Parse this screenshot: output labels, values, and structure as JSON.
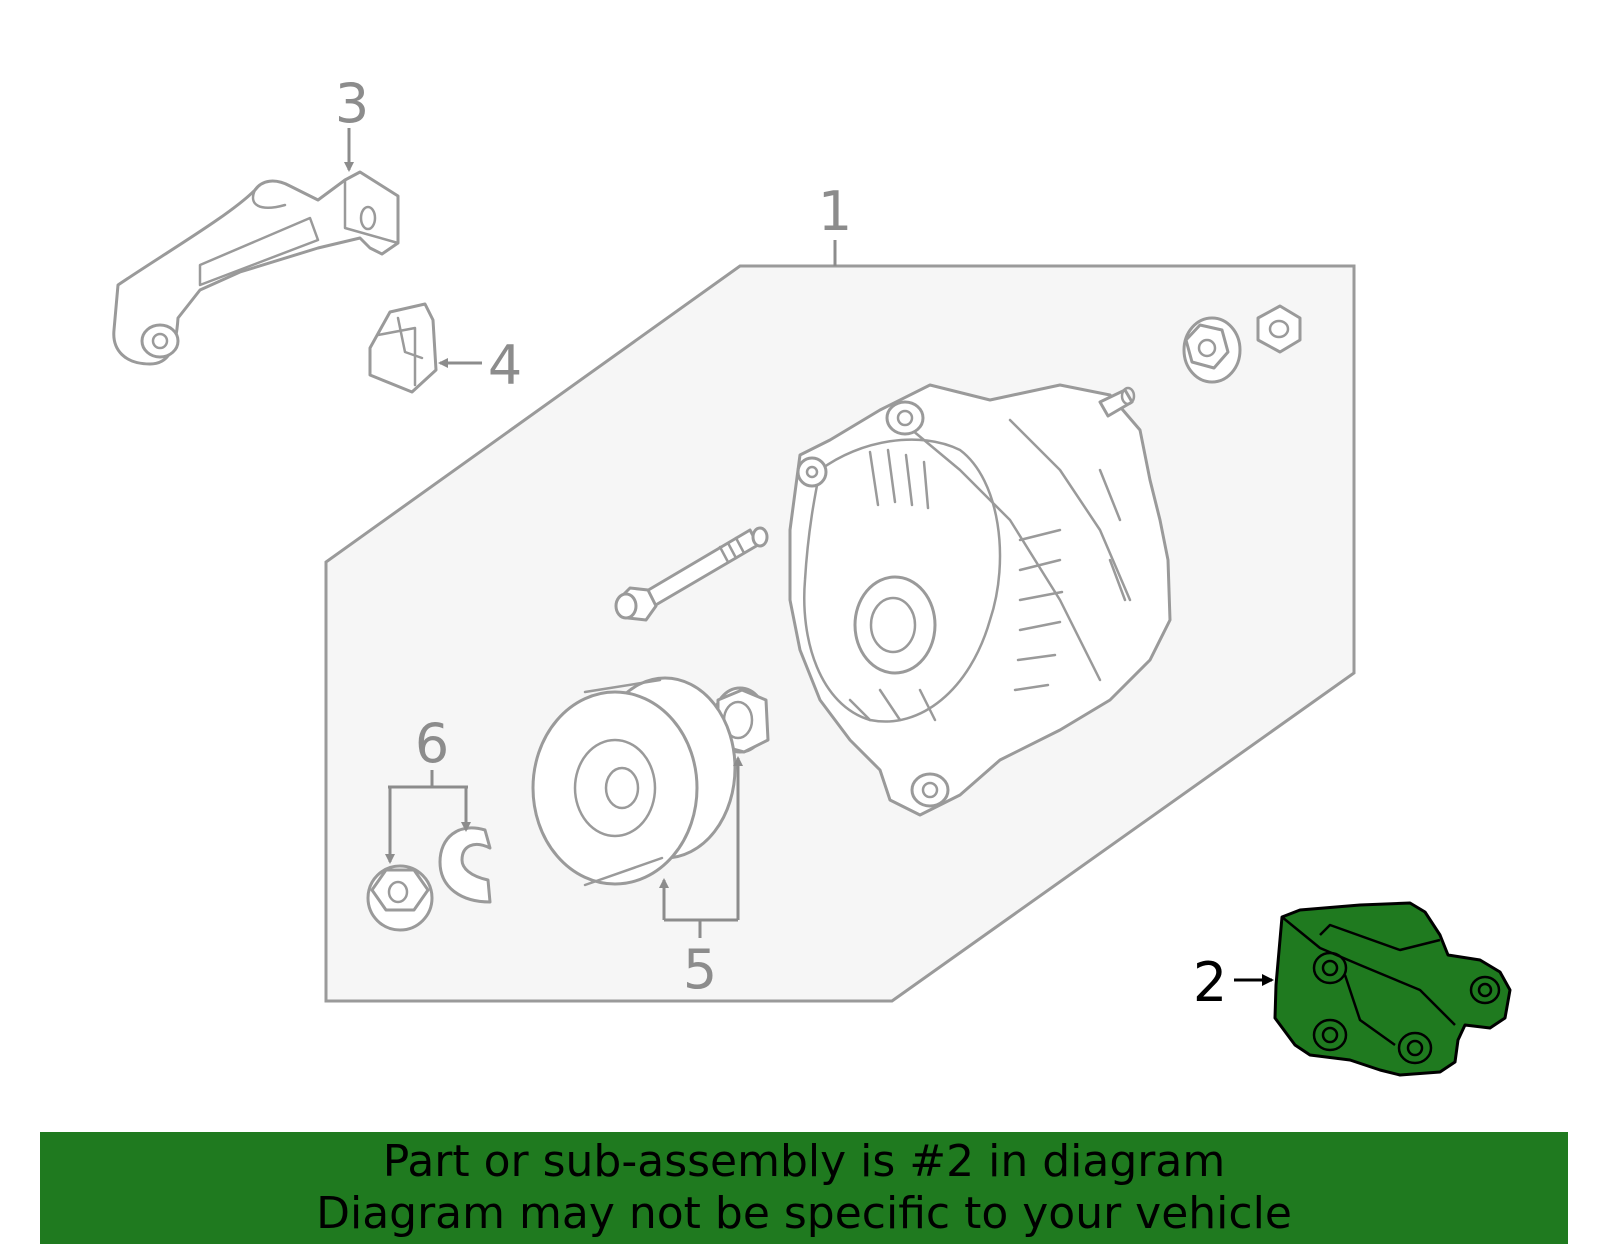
{
  "callouts": {
    "c1": "1",
    "c2": "2",
    "c3": "3",
    "c4": "4",
    "c5": "5",
    "c6": "6"
  },
  "highlighted_part": "2",
  "colors": {
    "highlight_fill": "#1f7a1f",
    "outline_gray": "#9a9a9a",
    "banner": "#1f7a1f"
  },
  "banner": {
    "line1": "Part or sub-assembly is #2 in diagram",
    "line2": "Diagram may not be specific to your vehicle"
  }
}
